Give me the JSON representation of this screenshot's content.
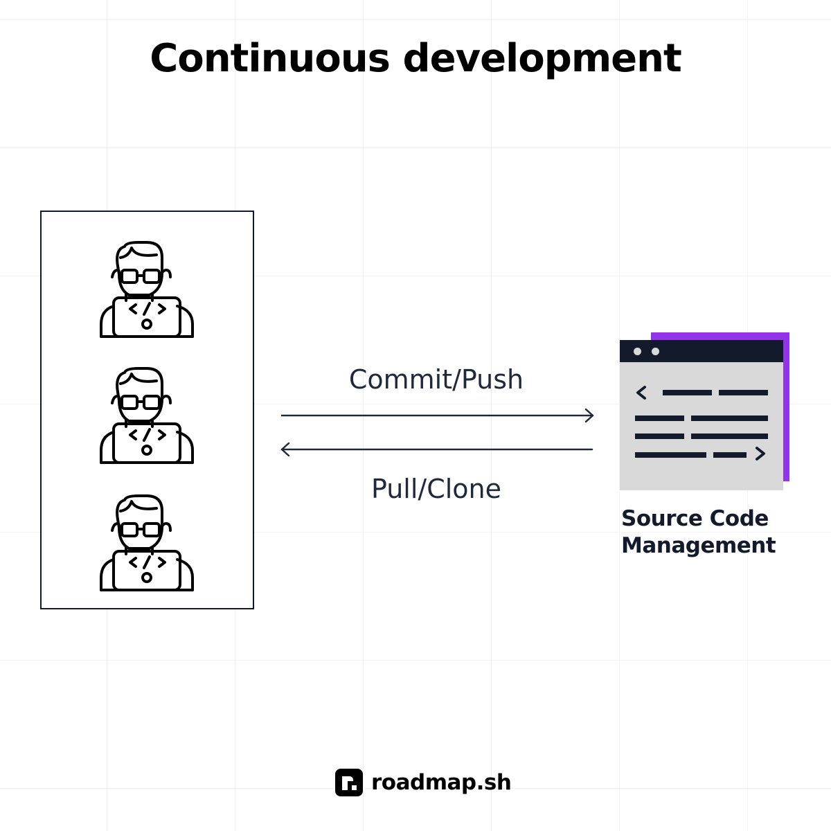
{
  "title": "Continuous development",
  "developers": {
    "count": 3,
    "icon": "developer-laptop-icon"
  },
  "arrows": {
    "push_label": "Commit/Push",
    "pull_label": "Pull/Clone"
  },
  "scm": {
    "icon": "code-window-icon",
    "title_line1": "Source Code",
    "title_line2": "Management",
    "accent_color": "#9333ea",
    "window_color": "#d9d9d9",
    "bar_color": "#121a2c"
  },
  "brand": {
    "name": "roadmap.sh"
  }
}
